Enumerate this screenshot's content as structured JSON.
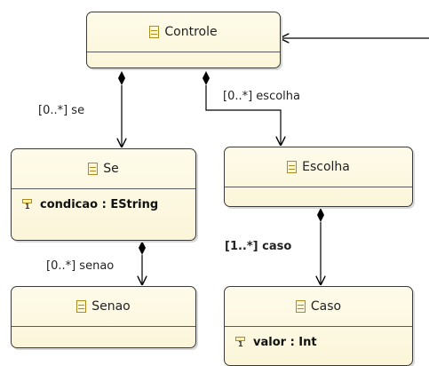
{
  "classes": {
    "controle": {
      "name": "Controle",
      "icon": "eclass-icon"
    },
    "se": {
      "name": "Se",
      "icon": "eclass-icon",
      "attribute": {
        "text": "condicao : EString",
        "icon": "eattribute-icon"
      }
    },
    "escolha": {
      "name": "Escolha",
      "icon": "eclass-icon"
    },
    "senao": {
      "name": "Senao",
      "icon": "eclass-icon"
    },
    "caso": {
      "name": "Caso",
      "icon": "eclass-icon",
      "attribute": {
        "text": "valor : Int",
        "icon": "eattribute-icon"
      }
    }
  },
  "references": {
    "controle_se": "[0..*] se",
    "controle_escolha": "[0..*] escolha",
    "se_senao": "[0..*] senao",
    "escolha_caso": "[1..*] caso"
  },
  "colors": {
    "class_fill": "#fbf5d9",
    "border": "#3a3a3a",
    "edge": "#000000"
  }
}
